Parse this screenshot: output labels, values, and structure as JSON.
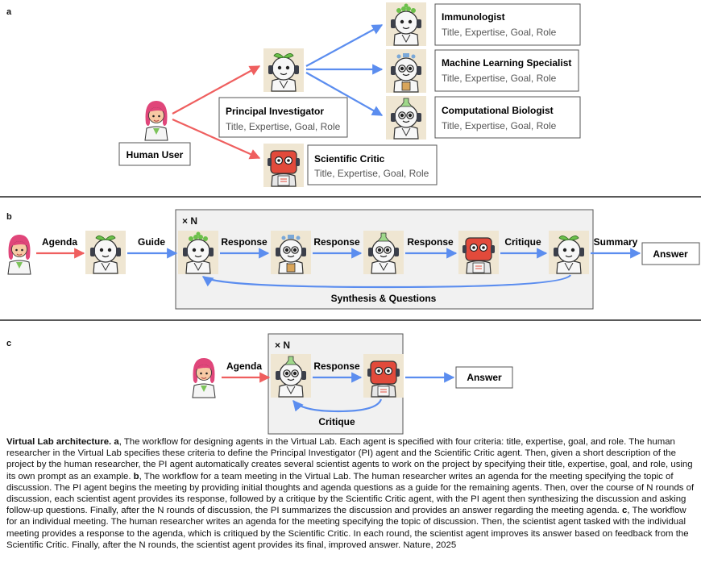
{
  "panel_a": {
    "label": "a",
    "human_user": "Human User",
    "pi": {
      "title": "Principal Investigator",
      "sub": "Title, Expertise, Goal, Role"
    },
    "critic": {
      "title": "Scientific Critic",
      "sub": "Title, Expertise, Goal, Role"
    },
    "agents": [
      {
        "title": "Immunologist",
        "sub": "Title, Expertise, Goal, Role"
      },
      {
        "title": "Machine Learning Specialist",
        "sub": "Title, Expertise, Goal, Role"
      },
      {
        "title": "Computational Biologist",
        "sub": "Title, Expertise, Goal, Role"
      }
    ]
  },
  "panel_b": {
    "label": "b",
    "loop": "× N",
    "agenda": "Agenda",
    "guide": "Guide",
    "response": "Response",
    "critique": "Critique",
    "summary": "Summary",
    "answer": "Answer",
    "synthesis": "Synthesis & Questions"
  },
  "panel_c": {
    "label": "c",
    "loop": "× N",
    "agenda": "Agenda",
    "response": "Response",
    "critique": "Critique",
    "answer": "Answer"
  },
  "caption": {
    "title": "Virtual Lab architecture.",
    "a_label": "a",
    "a_text": ", The workflow for designing agents in the Virtual Lab. Each agent is specified with four criteria: title, expertise, goal, and role. The human researcher in the Virtual Lab specifies these criteria to define the Principal Investigator (PI) agent and the Scientific Critic agent. Then, given a short description of the project by the human researcher, the PI agent automatically creates several scientist agents to work on the project by specifying their title, expertise, goal, and role, using its own prompt as an example. ",
    "b_label": "b",
    "b_text": ", The workflow for a team meeting in the Virtual Lab. The human researcher writes an agenda for the meeting specifying the topic of discussion. The PI agent begins the meeting by providing initial thoughts and agenda questions as a guide for the remaining agents. Then, over the course of N rounds of discussion, each scientist agent provides its response, followed by a critique by the Scientific Critic agent, with the PI agent then synthesizing the discussion and asking follow-up questions. Finally, after the N rounds of discussion, the PI summarizes the discussion and provides an answer regarding the meeting agenda. ",
    "c_label": "c",
    "c_text": ", The workflow for an individual meeting. The human researcher writes an agenda for the meeting specifying the topic of discussion. Then, the scientist agent tasked with the individual meeting provides a response to the agenda, which is critiqued by the Scientific Critic. In each round, the scientist agent improves its answer based on feedback from the Scientific Critic. Finally, after the N rounds, the scientist agent provides its final, improved answer. Nature, 2025"
  },
  "colors": {
    "blue": "#5b8def",
    "red": "#ef5f5f",
    "box": "#f1f1f1"
  }
}
